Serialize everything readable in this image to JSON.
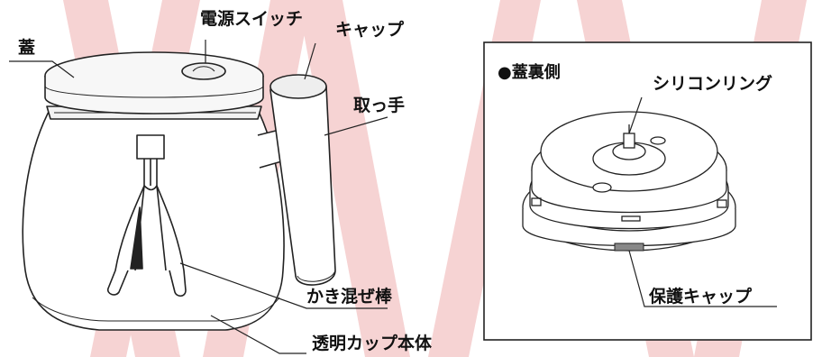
{
  "labels": {
    "lid": "蓋",
    "power_switch": "電源スイッチ",
    "cap": "キャップ",
    "handle": "取っ手",
    "whisk": "かき混ぜ棒",
    "body": "透明カップ本体",
    "lid_underside_title": "●蓋裏側",
    "silicone_ring": "シリコンリング",
    "protective_cap": "保護キャップ"
  },
  "colors": {
    "watermark": "#f4c9c9",
    "outline": "#222222",
    "lid_fill": "#f7f7f7",
    "protective_cap_fill": "#888888"
  },
  "icons": {
    "watermark": "letter-W-watermark"
  }
}
